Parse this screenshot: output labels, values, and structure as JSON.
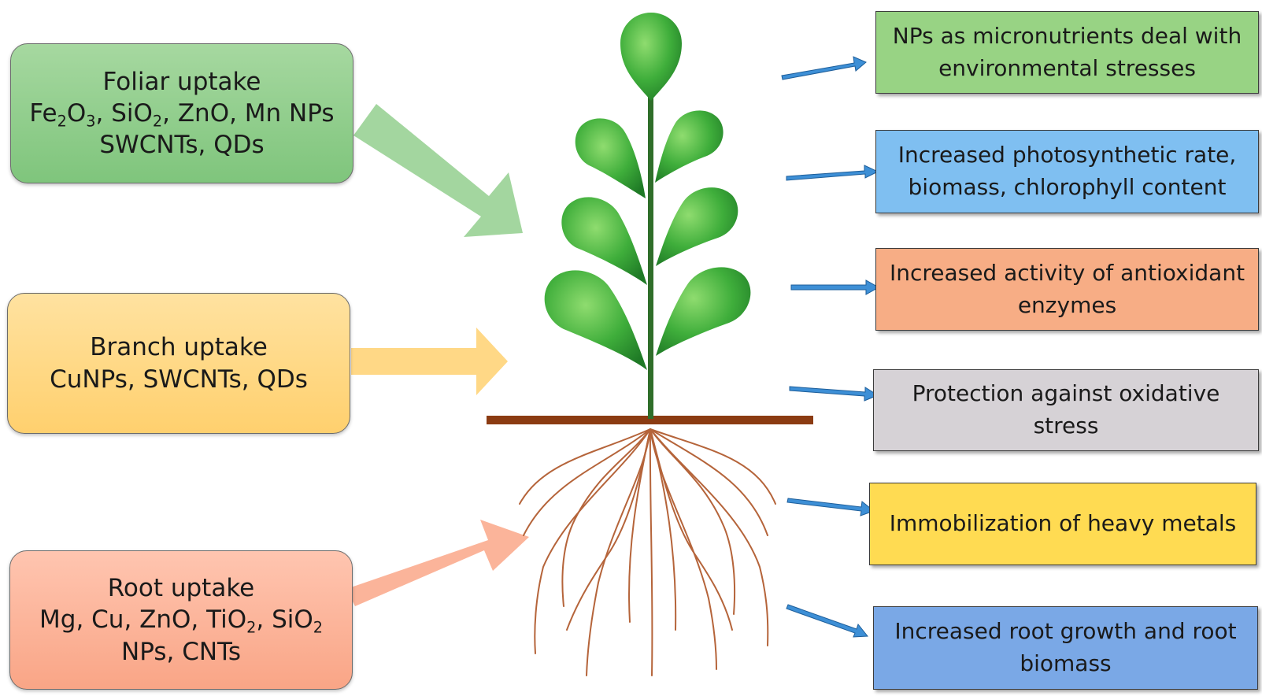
{
  "sources": [
    {
      "key": "foliar",
      "lines": [
        [
          {
            "t": "Foliar uptake"
          }
        ],
        [
          {
            "t": "Fe"
          },
          {
            "t": "2",
            "sub": true
          },
          {
            "t": "O"
          },
          {
            "t": "3",
            "sub": true
          },
          {
            "t": ", SiO"
          },
          {
            "t": "2",
            "sub": true
          },
          {
            "t": ", ZnO, Mn NPs"
          }
        ],
        [
          {
            "t": "SWCNTs, QDs"
          }
        ]
      ]
    },
    {
      "key": "branch",
      "lines": [
        [
          {
            "t": "Branch uptake"
          }
        ],
        [
          {
            "t": "CuNPs, SWCNTs, QDs"
          }
        ]
      ]
    },
    {
      "key": "root",
      "lines": [
        [
          {
            "t": "Root uptake"
          }
        ],
        [
          {
            "t": "Mg, Cu, ZnO, TiO"
          },
          {
            "t": "2",
            "sub": true
          },
          {
            "t": ", SiO"
          },
          {
            "t": "2",
            "sub": true
          }
        ],
        [
          {
            "t": "NPs, CNTs"
          }
        ]
      ]
    }
  ],
  "effects": [
    {
      "key": "e1",
      "lines": [
        "NPs as micronutrients deal with",
        "environmental stresses"
      ]
    },
    {
      "key": "e2",
      "lines": [
        "Increased photosynthetic rate,",
        "biomass,  chlorophyll content"
      ]
    },
    {
      "key": "e3",
      "lines": [
        "Increased activity of antioxidant",
        "enzymes"
      ]
    },
    {
      "key": "e4",
      "lines": [
        "Protection against oxidative",
        "stress"
      ]
    },
    {
      "key": "e5",
      "lines": [
        "Immobilization of heavy metals"
      ]
    },
    {
      "key": "e6",
      "lines": [
        "Increased root growth and root",
        "biomass"
      ]
    }
  ],
  "colors": {
    "foliar_arrow": "#9ed49a",
    "branch_arrow": "#ffd886",
    "root_arrow": "#fbb49a",
    "effect_arrow": "#3d8fd6",
    "stem": "#2f6e2a",
    "leaf": "#3fa83a",
    "soil": "#8b3b12",
    "roots": "#b5643a"
  },
  "icons": {
    "plant": "plant-icon",
    "leaf": "leaf-icon",
    "roots": "roots-icon"
  }
}
